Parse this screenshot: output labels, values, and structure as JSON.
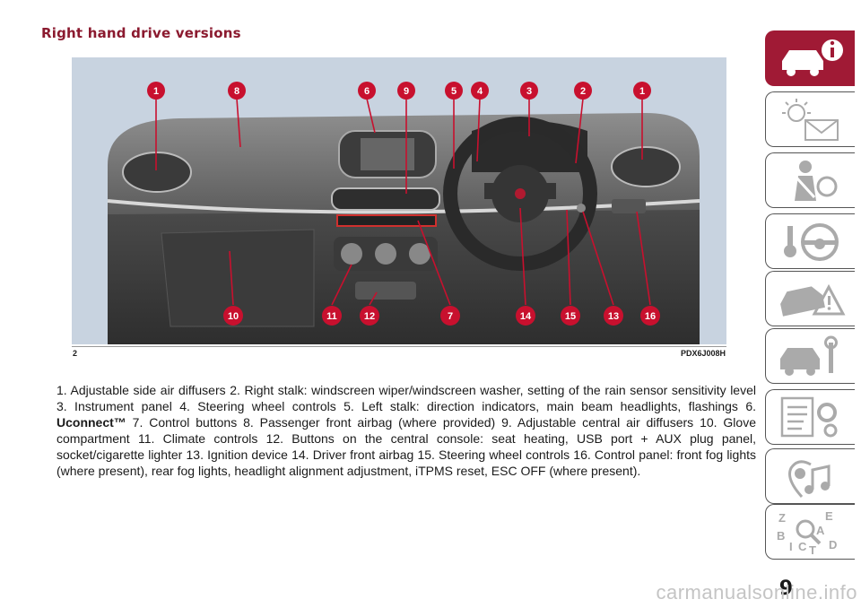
{
  "section_title": "Right hand drive versions",
  "figure": {
    "number": "2",
    "code": "PDX6J008H",
    "markers": [
      "1",
      "8",
      "6",
      "9",
      "5",
      "4",
      "3",
      "2",
      "1",
      "10",
      "11",
      "12",
      "7",
      "14",
      "15",
      "13",
      "16"
    ]
  },
  "legend": {
    "part1": "1. Adjustable side air diffusers   2. Right stalk: windscreen wiper/windscreen washer, setting of the rain sensor sensitivity level   3. Instrument panel   4. Steering wheel controls   5. Left stalk: direction indicators, main beam headlights, flashings   6. ",
    "uconnect": "Uconnect™",
    "part2": "   7. Control buttons   8. Passenger front airbag (where provided)   9. Adjustable central air diffusers   10. Glove compartment   11. Climate controls   12. Buttons on the central console: seat heating, USB port + AUX plug panel, socket/cigarette lighter   13. Ignition device   14. Driver front airbag   15. Steering wheel controls   16. Control panel: front fog lights (where present), rear fog lights, headlight alignment adjustment, iTPMS reset, ESC OFF (where present)."
  },
  "nav_tabs": [
    {
      "icon": "car-info-icon",
      "active": true
    },
    {
      "icon": "warning-lights-message-icon",
      "active": false
    },
    {
      "icon": "seat-belt-airbag-icon",
      "active": false
    },
    {
      "icon": "key-steering-wheel-icon",
      "active": false
    },
    {
      "icon": "emergency-car-icon",
      "active": false
    },
    {
      "icon": "car-maintenance-icon",
      "active": false
    },
    {
      "icon": "technical-data-icon",
      "active": false
    },
    {
      "icon": "multimedia-icon",
      "active": false
    },
    {
      "icon": "alphabetical-index-icon",
      "active": false
    }
  ],
  "page_number": "9",
  "watermark": "carmanualsonline.info",
  "colors": {
    "accent": "#a01a35",
    "title": "#8b1a2f",
    "figure_bg": "#c8d3e0",
    "marker": "#c8102e"
  }
}
